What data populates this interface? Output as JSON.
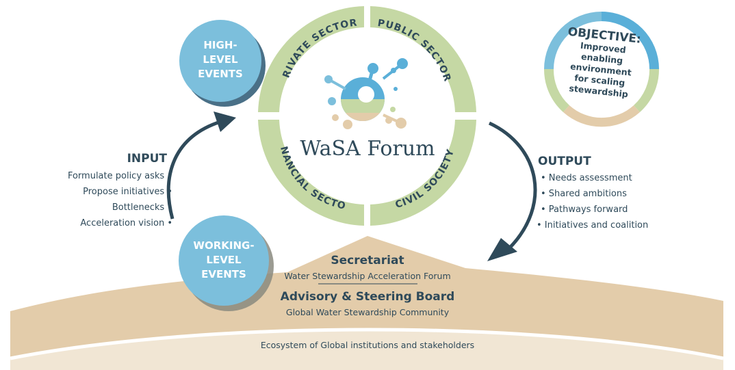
{
  "center": {
    "title": "WaSA Forum",
    "sectors": [
      "PRIVATE SECTOR",
      "PUBLIC SECTOR",
      "FINANCIAL SECTOR",
      "CIVIL SOCIETY"
    ]
  },
  "events": {
    "high_level": [
      "HIGH-",
      "LEVEL",
      "EVENTS"
    ],
    "working_level": [
      "WORKING-",
      "LEVEL",
      "EVENTS"
    ]
  },
  "objective": {
    "title": "OBJECTIVE:",
    "lines": [
      "Improved",
      "enabling",
      "environment",
      "for scaling",
      "stewardship"
    ]
  },
  "input": {
    "heading": "INPUT",
    "items": [
      "Formulate policy asks •",
      "Propose initiatives •",
      "Bottlenecks •",
      "Acceleration vision •"
    ]
  },
  "output": {
    "heading": "OUTPUT",
    "items": [
      "• Needs assessment",
      "• Shared ambitions",
      "• Pathways forward",
      "• Initiatives and coalition"
    ]
  },
  "base": {
    "secretariat_title": "Secretariat",
    "secretariat_sub": "Water Stewardship Acceleration Forum",
    "board_title": "Advisory & Steering Board",
    "board_sub": "Global Water Stewardship Community",
    "ecosystem": "Ecosystem of Global institutions and stakeholders"
  },
  "colors": {
    "green": "#c5d8a4",
    "light_blue": "#7cbfdc",
    "blue": "#5aafd8",
    "sand": "#e3ccaa",
    "dark_navy": "#2f4a5a"
  }
}
